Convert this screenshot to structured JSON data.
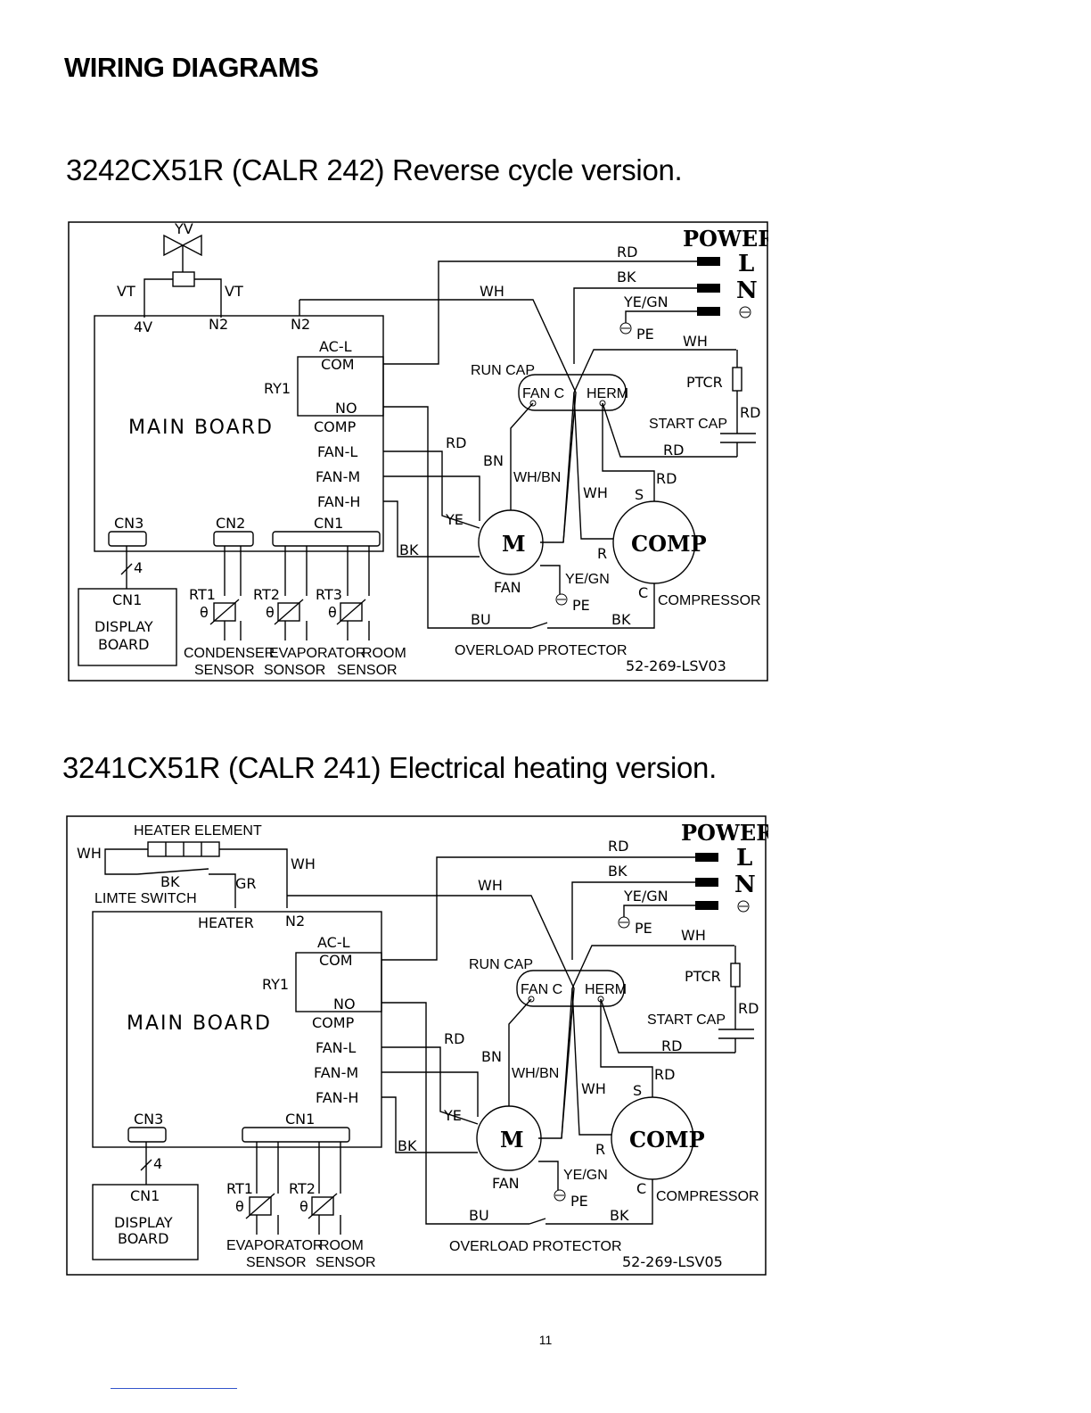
{
  "page": {
    "heading": "WIRING DIAGRAMS",
    "number": "11"
  },
  "diagram1": {
    "title": "3242CX51R (CALR 242) Reverse cycle version.",
    "code": "52-269-LSV03",
    "labels": {
      "yv": "YV",
      "vt_left": "VT",
      "vt_right": "VT",
      "v4": "4V",
      "n2a": "N2",
      "n2b": "N2",
      "main_board": "MAIN BOARD",
      "ry1": "RY1",
      "acl": "AC-L",
      "com": "COM",
      "no": "NO",
      "comp": "COMP",
      "fanl": "FAN-L",
      "fanm": "FAN-M",
      "fanh": "FAN-H",
      "cn3": "CN3",
      "cn2": "CN2",
      "cn1": "CN1",
      "four": "4",
      "cn1_disp": "CN1",
      "display": "DISPLAY",
      "board": "BOARD",
      "rt1": "RT1",
      "rt2": "RT2",
      "rt3": "RT3",
      "theta": "θ",
      "condenser": "CONDENSER",
      "evaporator": "EVAPORATOR",
      "room": "ROOM",
      "sensor1": "SENSOR",
      "sonsor": "SONSOR",
      "sensor3": "SENSOR",
      "power": "POWER",
      "l": "L",
      "n": "N",
      "rd1": "RD",
      "bk1": "BK",
      "yegn1": "YE/GN",
      "pe1": "PE",
      "wh1": "WH",
      "wh2": "WH",
      "run_cap": "RUN CAP",
      "fan_c": "FAN C",
      "herm": "HERM",
      "ptcr": "PTCR",
      "start_cap": "START CAP",
      "rd2": "RD",
      "rd3": "RD",
      "rd4": "RD",
      "rd5": "RD",
      "bn": "BN",
      "whbn": "WH/BN",
      "wh3": "WH",
      "ye": "YE",
      "bk2": "BK",
      "s": "S",
      "r": "R",
      "c": "C",
      "m": "M",
      "comp_motor": "COMP",
      "fan": "FAN",
      "yegn2": "YE/GN",
      "pe2": "PE",
      "compressor": "COMPRESSOR",
      "bu": "BU",
      "bk3": "BK",
      "overload": "OVERLOAD PROTECTOR"
    }
  },
  "diagram2": {
    "title": "3241CX51R (CALR 241) Electrical heating version.",
    "code": "52-269-LSV05",
    "labels": {
      "heater_element": "HEATER ELEMENT",
      "wh_l": "WH",
      "wh_r": "WH",
      "bk_h": "BK",
      "gr": "GR",
      "limit_switch": "LIMTE SWITCH",
      "heater": "HEATER",
      "n2": "N2",
      "main_board": "MAIN BOARD",
      "ry1": "RY1",
      "acl": "AC-L",
      "com": "COM",
      "no": "NO",
      "comp": "COMP",
      "fanl": "FAN-L",
      "fanm": "FAN-M",
      "fanh": "FAN-H",
      "cn3": "CN3",
      "cn1": "CN1",
      "four": "4",
      "cn1_disp": "CN1",
      "display": "DISPLAY",
      "board": "BOARD",
      "rt1": "RT1",
      "rt2": "RT2",
      "theta": "θ",
      "evaporator": "EVAPORATOR",
      "room": "ROOM",
      "sensor1": "SENSOR",
      "sensor2": "SENSOR",
      "power": "POWER",
      "l": "L",
      "n": "N",
      "rd1": "RD",
      "bk1": "BK",
      "yegn1": "YE/GN",
      "pe1": "PE",
      "wh1": "WH",
      "wh2": "WH",
      "run_cap": "RUN CAP",
      "fan_c": "FAN C",
      "herm": "HERM",
      "ptcr": "PTCR",
      "start_cap": "START CAP",
      "rd2": "RD",
      "rd3": "RD",
      "rd4": "RD",
      "rd5": "RD",
      "bn": "BN",
      "whbn": "WH/BN",
      "wh3": "WH",
      "ye": "YE",
      "bk2": "BK",
      "s": "S",
      "r": "R",
      "c": "C",
      "m": "M",
      "comp_motor": "COMP",
      "fan": "FAN",
      "yegn2": "YE/GN",
      "pe2": "PE",
      "compressor": "COMPRESSOR",
      "bu": "BU",
      "bk3": "BK",
      "overload": "OVERLOAD PROTECTOR"
    }
  }
}
